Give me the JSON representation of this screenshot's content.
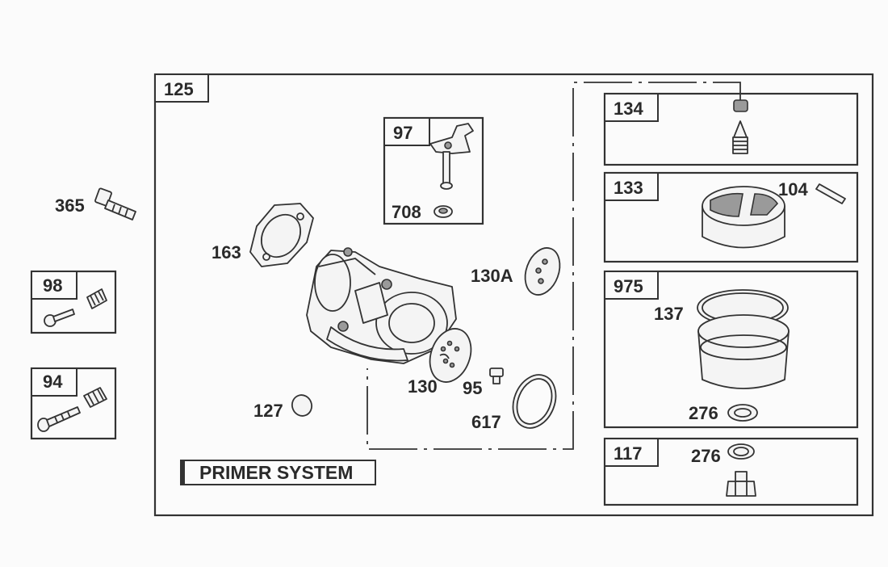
{
  "labels": {
    "p125": "125",
    "p97": "97",
    "p708": "708",
    "p134": "134",
    "p133": "133",
    "p104": "104",
    "p975": "975",
    "p137": "137",
    "p276a": "276",
    "p117": "117",
    "p276b": "276",
    "p365": "365",
    "p98": "98",
    "p94": "94",
    "p163": "163",
    "p130A": "130A",
    "p130": "130",
    "p95": "95",
    "p617": "617",
    "p127": "127"
  },
  "banner": {
    "primer_system": "PRIMER SYSTEM"
  }
}
